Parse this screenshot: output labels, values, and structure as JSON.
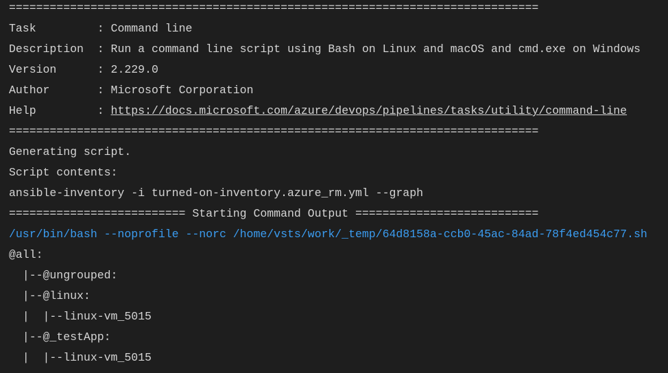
{
  "separator": "==============================================================================",
  "info": [
    {
      "key": "Task         ",
      "value": "Command line"
    },
    {
      "key": "Description  ",
      "value": "Run a command line script using Bash on Linux and macOS and cmd.exe on Windows"
    },
    {
      "key": "Version      ",
      "value": "2.229.0"
    },
    {
      "key": "Author       ",
      "value": "Microsoft Corporation"
    },
    {
      "key": "Help         ",
      "value": "https://docs.microsoft.com/azure/devops/pipelines/tasks/utility/command-line"
    }
  ],
  "colon": ": ",
  "generating": "Generating script.",
  "script_contents_label": "Script contents:",
  "script": "ansible-inventory -i turned-on-inventory.azure_rm.yml --graph",
  "start_output": "========================== Starting Command Output ===========================",
  "command": "/usr/bin/bash --noprofile --norc /home/vsts/work/_temp/64d8158a-ccb0-45ac-84ad-78f4ed454c77.sh",
  "output": [
    "@all:",
    "  |--@ungrouped:",
    "  |--@linux:",
    "  |  |--linux-vm_5015",
    "  |--@_testApp:",
    "  |  |--linux-vm_5015"
  ],
  "colors": {
    "background": "#1e1e1e",
    "text": "#d4d4d4",
    "command": "#3b9cf0"
  }
}
